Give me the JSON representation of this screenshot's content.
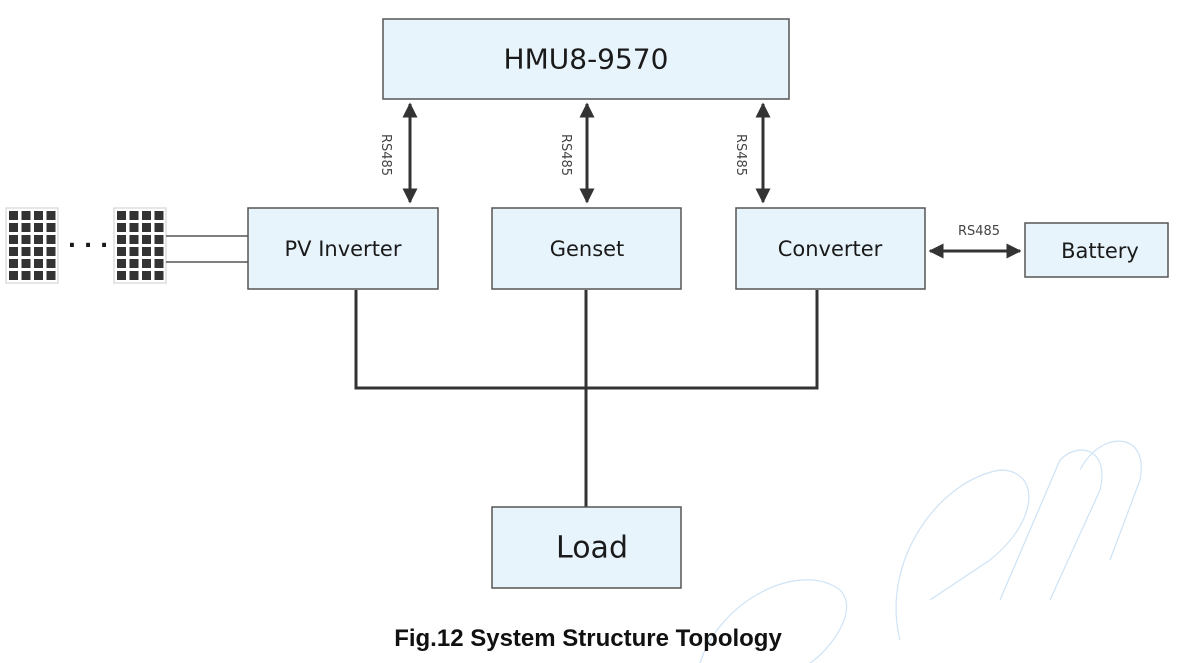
{
  "diagram": {
    "controller": {
      "label": "HMU8-9570"
    },
    "devices": [
      {
        "id": "pv-inverter",
        "label": "PV Inverter"
      },
      {
        "id": "genset",
        "label": "Genset"
      },
      {
        "id": "converter",
        "label": "Converter"
      }
    ],
    "battery": {
      "label": "Battery"
    },
    "load": {
      "label": "Load"
    },
    "links": {
      "controller_pv": "RS485",
      "controller_genset": "RS485",
      "controller_converter": "RS485",
      "converter_battery": "RS485"
    },
    "pv_array": {
      "separator": "· · ·",
      "panel_rows": 6,
      "panel_cols": 4
    },
    "caption": "Fig.12 System Structure Topology",
    "colors": {
      "box_fill": "#e8f4fc",
      "box_stroke": "#555555",
      "wire": "#333333"
    }
  }
}
